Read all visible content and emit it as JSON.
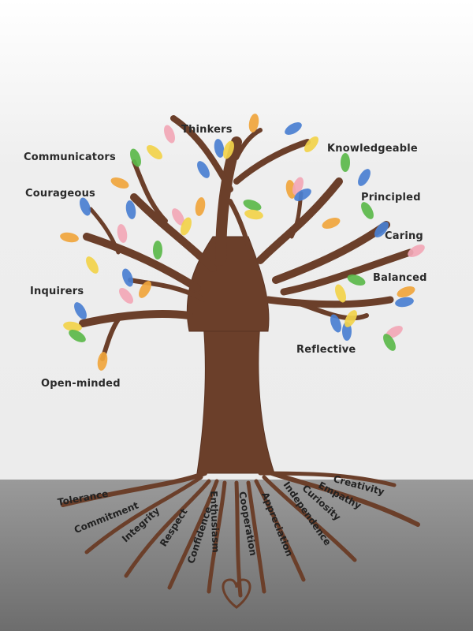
{
  "branch_words": [
    "Thinkers",
    "Communicators",
    "Knowledgeable",
    "Courageous",
    "Principled",
    "Caring",
    "Balanced",
    "Inquirers",
    "Reflective",
    "Open-minded"
  ],
  "root_words": [
    "Tolerance",
    "Commitment",
    "Integrity",
    "Respect",
    "Confidence",
    "Enthusiasm",
    "Cooperation",
    "Appreciation",
    "Independence",
    "Curiosity",
    "Empathy",
    "Creativity"
  ],
  "colors": {
    "wall": "#ededed",
    "floor": "#808080",
    "bark": "#6b3f2a",
    "leaves": [
      "#f0a53c",
      "#4a7fd1",
      "#f2d24a",
      "#5bb84a",
      "#f2a7b6"
    ]
  }
}
